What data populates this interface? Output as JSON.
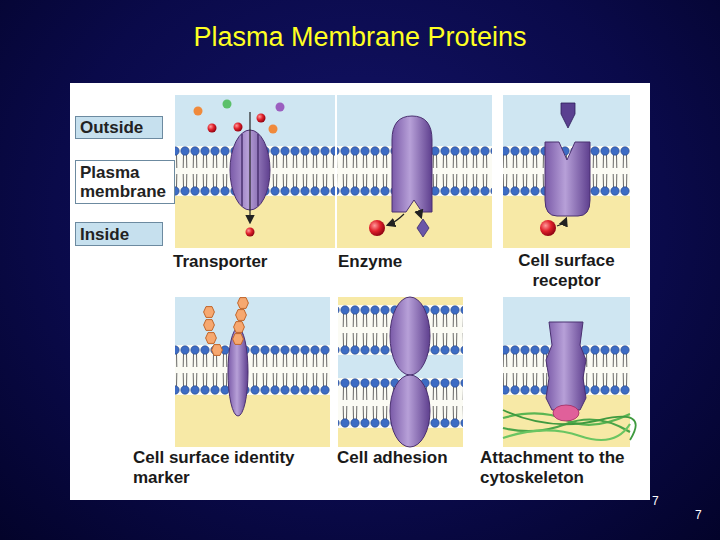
{
  "diagram": {
    "title": "Plasma Membrane Proteins",
    "nodes": [
      {
        "text": [
          "Outside"
        ]
      },
      {
        "text": [
          "Plasma membrane"
        ]
      },
      {
        "text": [
          "Inside"
        ]
      },
      {
        "text": [
          "Transporter"
        ]
      },
      {
        "text": [
          "Enzyme"
        ]
      },
      {
        "text": [
          "Cell surface receptor"
        ]
      },
      {
        "text": [
          "Cell surface identity marker"
        ]
      },
      {
        "text": [
          "Cell adhesion"
        ]
      },
      {
        "text": [
          "Attachment to the cytoskeleton"
        ]
      }
    ],
    "labels": [
      "7",
      "7"
    ]
  }
}
